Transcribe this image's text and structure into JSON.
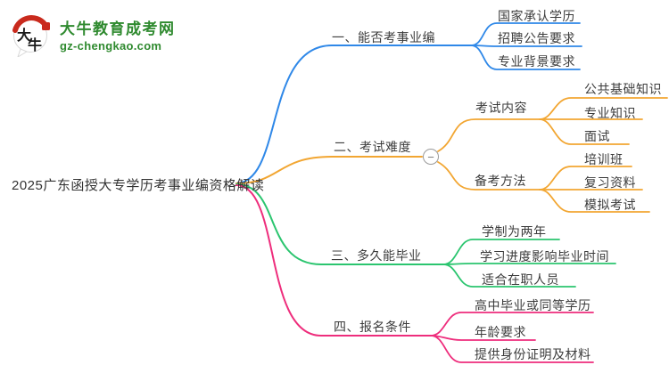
{
  "logo": {
    "icon_text": "大牛",
    "title": "大牛教育成考网",
    "subtitle": "gz-chengkao.com",
    "brand_color": "#2f8a2f",
    "seal_color": "#c92a1d"
  },
  "root": {
    "label": "2025广东函授大专学历考事业编资格解读"
  },
  "collapse_symbol": "−",
  "branches": [
    {
      "label": "一、能否考事业编",
      "color": "#2f88e8",
      "children": [
        {
          "label": "国家承认学历"
        },
        {
          "label": "招聘公告要求"
        },
        {
          "label": "专业背景要求"
        }
      ]
    },
    {
      "label": "二、考试难度",
      "color": "#f2a632",
      "children": [
        {
          "label": "考试内容",
          "children": [
            {
              "label": "公共基础知识"
            },
            {
              "label": "专业知识"
            },
            {
              "label": "面试"
            }
          ]
        },
        {
          "label": "备考方法",
          "children": [
            {
              "label": "培训班"
            },
            {
              "label": "复习资料"
            },
            {
              "label": "模拟考试"
            }
          ]
        }
      ]
    },
    {
      "label": "三、多久能毕业",
      "color": "#2bc56f",
      "children": [
        {
          "label": "学制为两年"
        },
        {
          "label": "学习进度影响毕业时间"
        },
        {
          "label": "适合在职人员"
        }
      ]
    },
    {
      "label": "四、报名条件",
      "color": "#ee2d7c",
      "children": [
        {
          "label": "高中毕业或同等学历"
        },
        {
          "label": "年龄要求"
        },
        {
          "label": "提供身份证明及材料"
        }
      ]
    }
  ]
}
